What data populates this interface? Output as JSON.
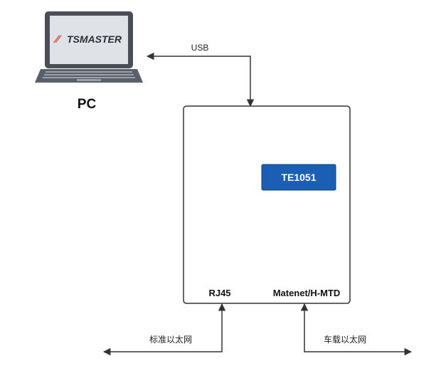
{
  "pc": {
    "label": "PC",
    "screen_logo": "TSMASTER",
    "logo_mark": "∕∕"
  },
  "usb_label": "USB",
  "device": {
    "chip_label": "TE1051",
    "port_rj45": "RJ45",
    "port_matenet": "Matenet/H-MTD"
  },
  "links": {
    "standard_ethernet": "标准以太网",
    "automotive_ethernet": "车载以太网"
  },
  "colors": {
    "chip_fill": "#1a5fb4",
    "chip_border": "#0e3f82",
    "line": "#333333",
    "laptop_body": "#4a4f57",
    "laptop_screen": "#dfe2e6"
  }
}
